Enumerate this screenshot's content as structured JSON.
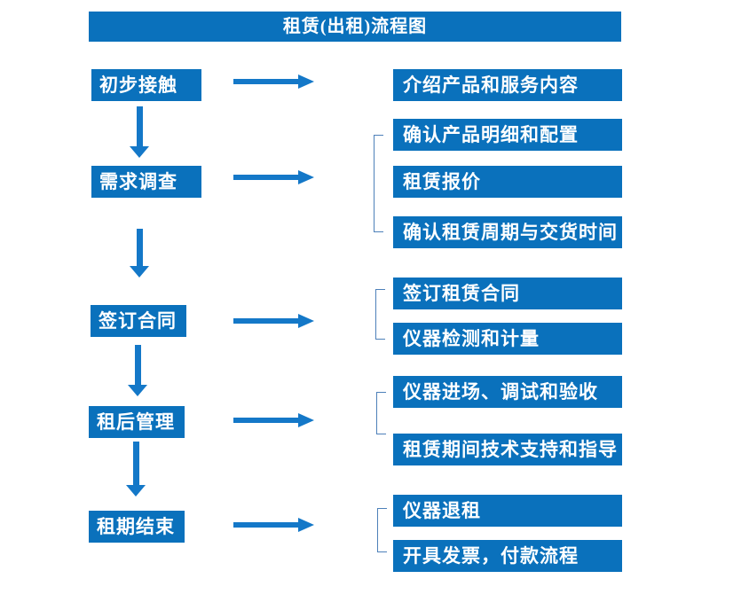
{
  "title": "租赁(出租)流程图",
  "colors": {
    "box_blue": "#0a71bc",
    "arrow_blue": "#1478c8",
    "bracket_blue": "#4d80b9",
    "text_white": "#ffffff",
    "background": "#ffffff"
  },
  "steps": [
    {
      "label": "初步接触"
    },
    {
      "label": "需求调查"
    },
    {
      "label": "签订合同"
    },
    {
      "label": "租后管理"
    },
    {
      "label": "租期结束"
    }
  ],
  "details": [
    {
      "items": [
        "介绍产品和服务内容"
      ]
    },
    {
      "items": [
        "确认产品明细和配置",
        "租赁报价",
        "确认租赁周期与交货时间"
      ]
    },
    {
      "items": [
        "签订租赁合同",
        "仪器检测和计量"
      ]
    },
    {
      "items": [
        "仪器进场、调试和验收",
        "租赁期间技术支持和指导"
      ]
    },
    {
      "items": [
        "仪器退租",
        "开具发票，付款流程"
      ]
    }
  ]
}
